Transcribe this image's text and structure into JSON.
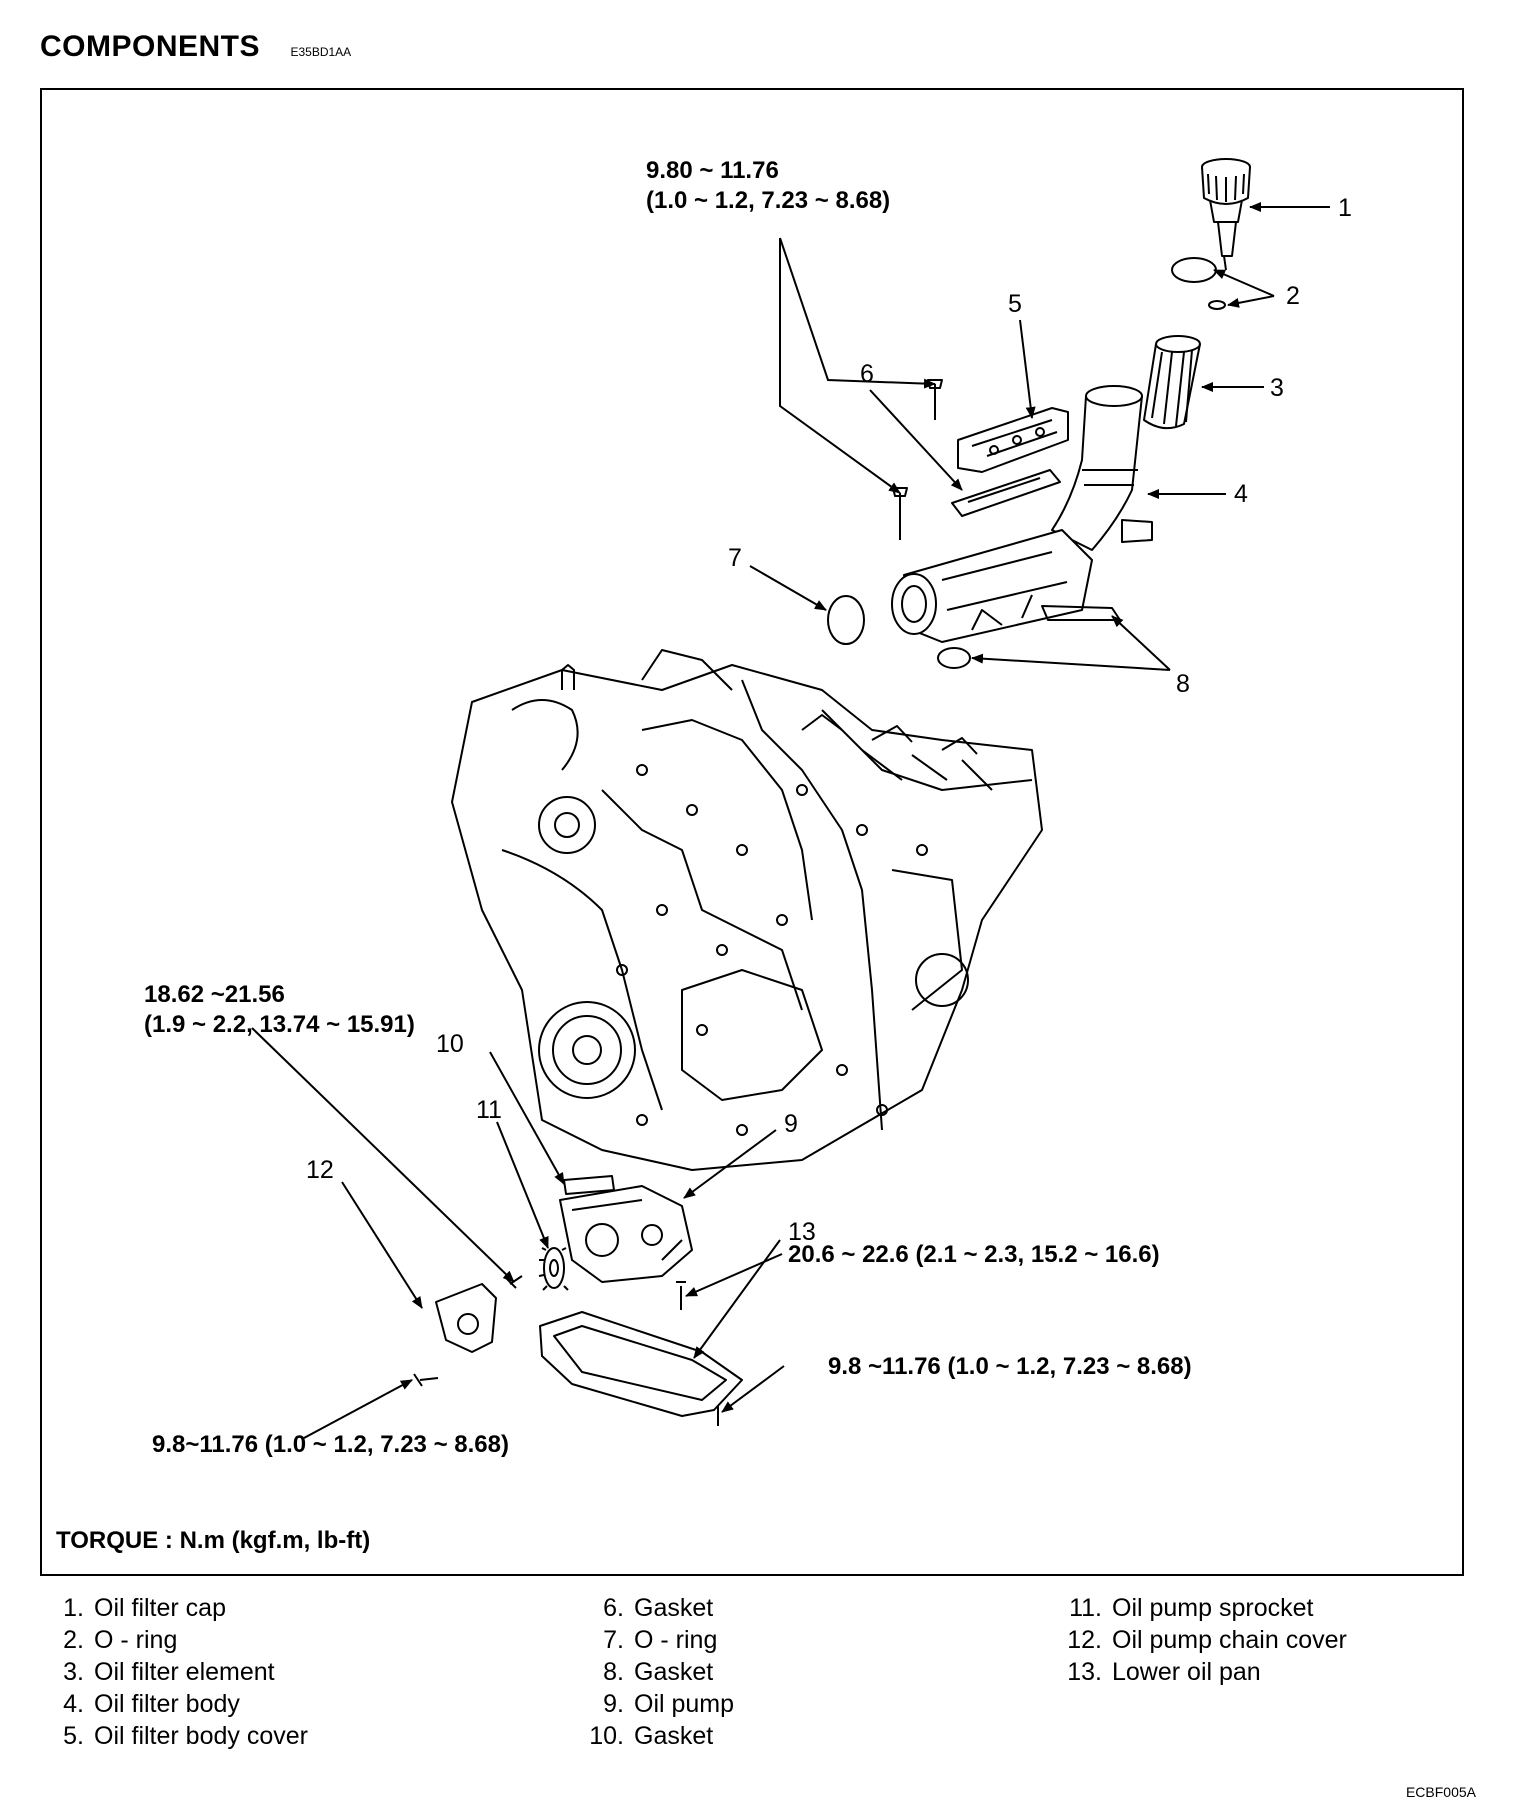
{
  "header": {
    "title": "COMPONENTS",
    "code": "E35BD1AA"
  },
  "callouts": [
    "1",
    "2",
    "3",
    "4",
    "5",
    "6",
    "7",
    "8",
    "9",
    "10",
    "11",
    "12",
    "13"
  ],
  "torque": {
    "t1_line1": "9.80 ~ 11.76",
    "t1_line2": "(1.0 ~ 1.2, 7.23 ~ 8.68)",
    "t2_line1": "18.62 ~21.56",
    "t2_line2": "(1.9 ~ 2.2, 13.74 ~ 15.91)",
    "t3": "20.6 ~ 22.6 (2.1 ~ 2.3, 15.2 ~ 16.6)",
    "t4": "9.8 ~11.76 (1.0 ~ 1.2, 7.23 ~ 8.68)",
    "t5": "9.8~11.76 (1.0 ~ 1.2, 7.23 ~ 8.68)",
    "unit": "TORQUE : N.m (kgf.m, lb-ft)"
  },
  "legend": [
    {
      "num": "1.",
      "text": "Oil filter cap"
    },
    {
      "num": "2.",
      "text": "O - ring"
    },
    {
      "num": "3.",
      "text": "Oil filter element"
    },
    {
      "num": "4.",
      "text": "Oil filter body"
    },
    {
      "num": "5.",
      "text": "Oil filter body cover"
    },
    {
      "num": "6.",
      "text": "Gasket"
    },
    {
      "num": "7.",
      "text": "O - ring"
    },
    {
      "num": "8.",
      "text": "Gasket"
    },
    {
      "num": "9.",
      "text": "Oil pump"
    },
    {
      "num": "10.",
      "text": "Gasket"
    },
    {
      "num": "11.",
      "text": "Oil pump sprocket"
    },
    {
      "num": "12.",
      "text": "Oil pump chain cover"
    },
    {
      "num": "13.",
      "text": "Lower oil pan"
    }
  ],
  "figure_code": "ECBF005A"
}
